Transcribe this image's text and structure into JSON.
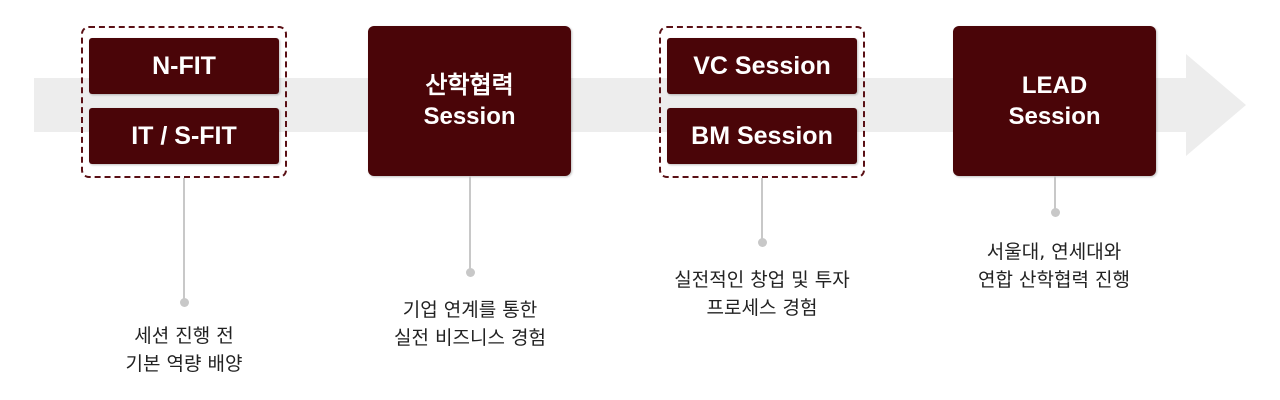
{
  "colors": {
    "box": "#4a0508",
    "arrow": "#ededed",
    "connector": "#c8c8c8",
    "group_border": "#5a1015"
  },
  "stages": [
    {
      "boxes": [
        "N-FIT",
        "IT / S-FIT"
      ],
      "description": [
        "세션 진행 전",
        "기본 역량 배양"
      ]
    },
    {
      "boxes": [
        [
          "산학협력",
          "Session"
        ]
      ],
      "description": [
        "기업 연계를 통한",
        "실전 비즈니스 경험"
      ]
    },
    {
      "boxes": [
        "VC Session",
        "BM Session"
      ],
      "description": [
        "실전적인 창업 및 투자",
        "프로세스 경험"
      ]
    },
    {
      "boxes": [
        [
          "LEAD",
          "Session"
        ]
      ],
      "description": [
        "서울대, 연세대와",
        "연합 산학협력 진행"
      ]
    }
  ]
}
